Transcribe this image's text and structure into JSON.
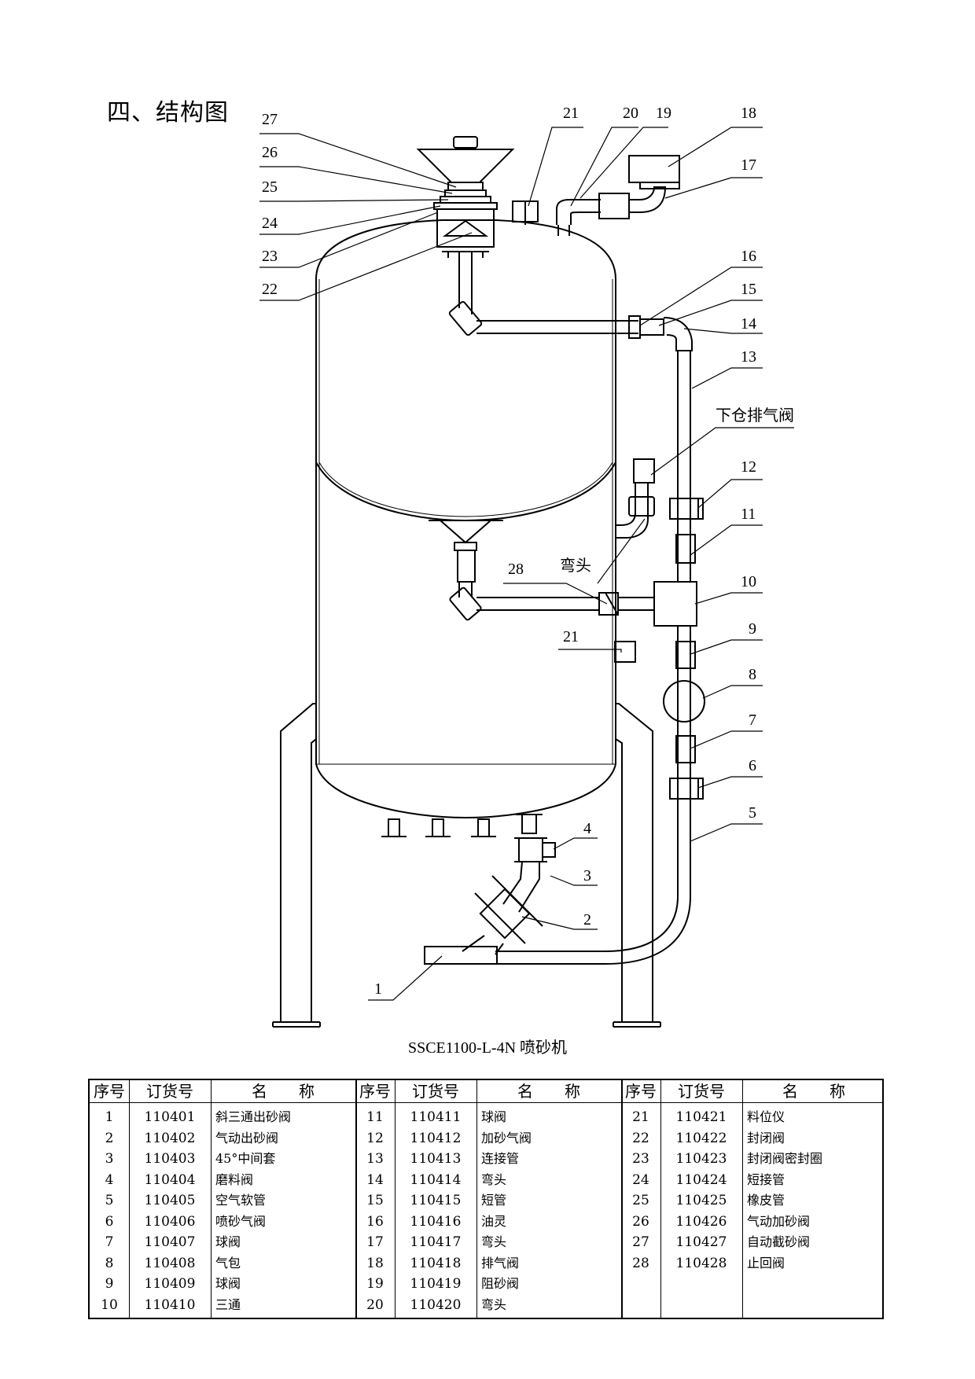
{
  "section_title": "四、结构图",
  "caption": "SSCE1100-L-4N  喷砂机",
  "callouts": {
    "c27": "27",
    "c26": "26",
    "c25": "25",
    "c24": "24",
    "c23": "23",
    "c22": "22",
    "c21a": "21",
    "c20": "20",
    "c19": "19",
    "c18": "18",
    "c17": "17",
    "c16": "16",
    "c15": "15",
    "c14": "14",
    "c13": "13",
    "vent": "下仓排气阀",
    "c12": "12",
    "c11": "11",
    "elbow": "弯头",
    "c28": "28",
    "c10": "10",
    "c21b": "21",
    "c9": "9",
    "c8": "8",
    "c7": "7",
    "c6": "6",
    "c5": "5",
    "c4": "4",
    "c3": "3",
    "c2": "2",
    "c1": "1"
  },
  "table": {
    "headers": {
      "no": "序号",
      "order": "订货号",
      "name": "名　　称"
    },
    "groups": [
      [
        {
          "no": "1",
          "order": "110401",
          "name": "斜三通出砂阀"
        },
        {
          "no": "2",
          "order": "110402",
          "name": "气动出砂阀"
        },
        {
          "no": "3",
          "order": "110403",
          "name": "45°中间套"
        },
        {
          "no": "4",
          "order": "110404",
          "name": "磨料阀"
        },
        {
          "no": "5",
          "order": "110405",
          "name": "空气软管"
        },
        {
          "no": "6",
          "order": "110406",
          "name": "喷砂气阀"
        },
        {
          "no": "7",
          "order": "110407",
          "name": "球阀"
        },
        {
          "no": "8",
          "order": "110408",
          "name": "气包"
        },
        {
          "no": "9",
          "order": "110409",
          "name": "球阀"
        },
        {
          "no": "10",
          "order": "110410",
          "name": "三通"
        }
      ],
      [
        {
          "no": "11",
          "order": "110411",
          "name": "球阀"
        },
        {
          "no": "12",
          "order": "110412",
          "name": "加砂气阀"
        },
        {
          "no": "13",
          "order": "110413",
          "name": "连接管"
        },
        {
          "no": "14",
          "order": "110414",
          "name": "弯头"
        },
        {
          "no": "15",
          "order": "110415",
          "name": "短管"
        },
        {
          "no": "16",
          "order": "110416",
          "name": "油灵"
        },
        {
          "no": "17",
          "order": "110417",
          "name": "弯头"
        },
        {
          "no": "18",
          "order": "110418",
          "name": "排气阀"
        },
        {
          "no": "19",
          "order": "110419",
          "name": "阻砂阀"
        },
        {
          "no": "20",
          "order": "110420",
          "name": "弯头"
        }
      ],
      [
        {
          "no": "21",
          "order": "110421",
          "name": "料位仪"
        },
        {
          "no": "22",
          "order": "110422",
          "name": "封闭阀"
        },
        {
          "no": "23",
          "order": "110423",
          "name": "封闭阀密封圈"
        },
        {
          "no": "24",
          "order": "110424",
          "name": "短接管"
        },
        {
          "no": "25",
          "order": "110425",
          "name": "橡皮管"
        },
        {
          "no": "26",
          "order": "110426",
          "name": "气动加砂阀"
        },
        {
          "no": "27",
          "order": "110427",
          "name": "自动截砂阀"
        },
        {
          "no": "28",
          "order": "110428",
          "name": "止回阀"
        }
      ]
    ]
  }
}
